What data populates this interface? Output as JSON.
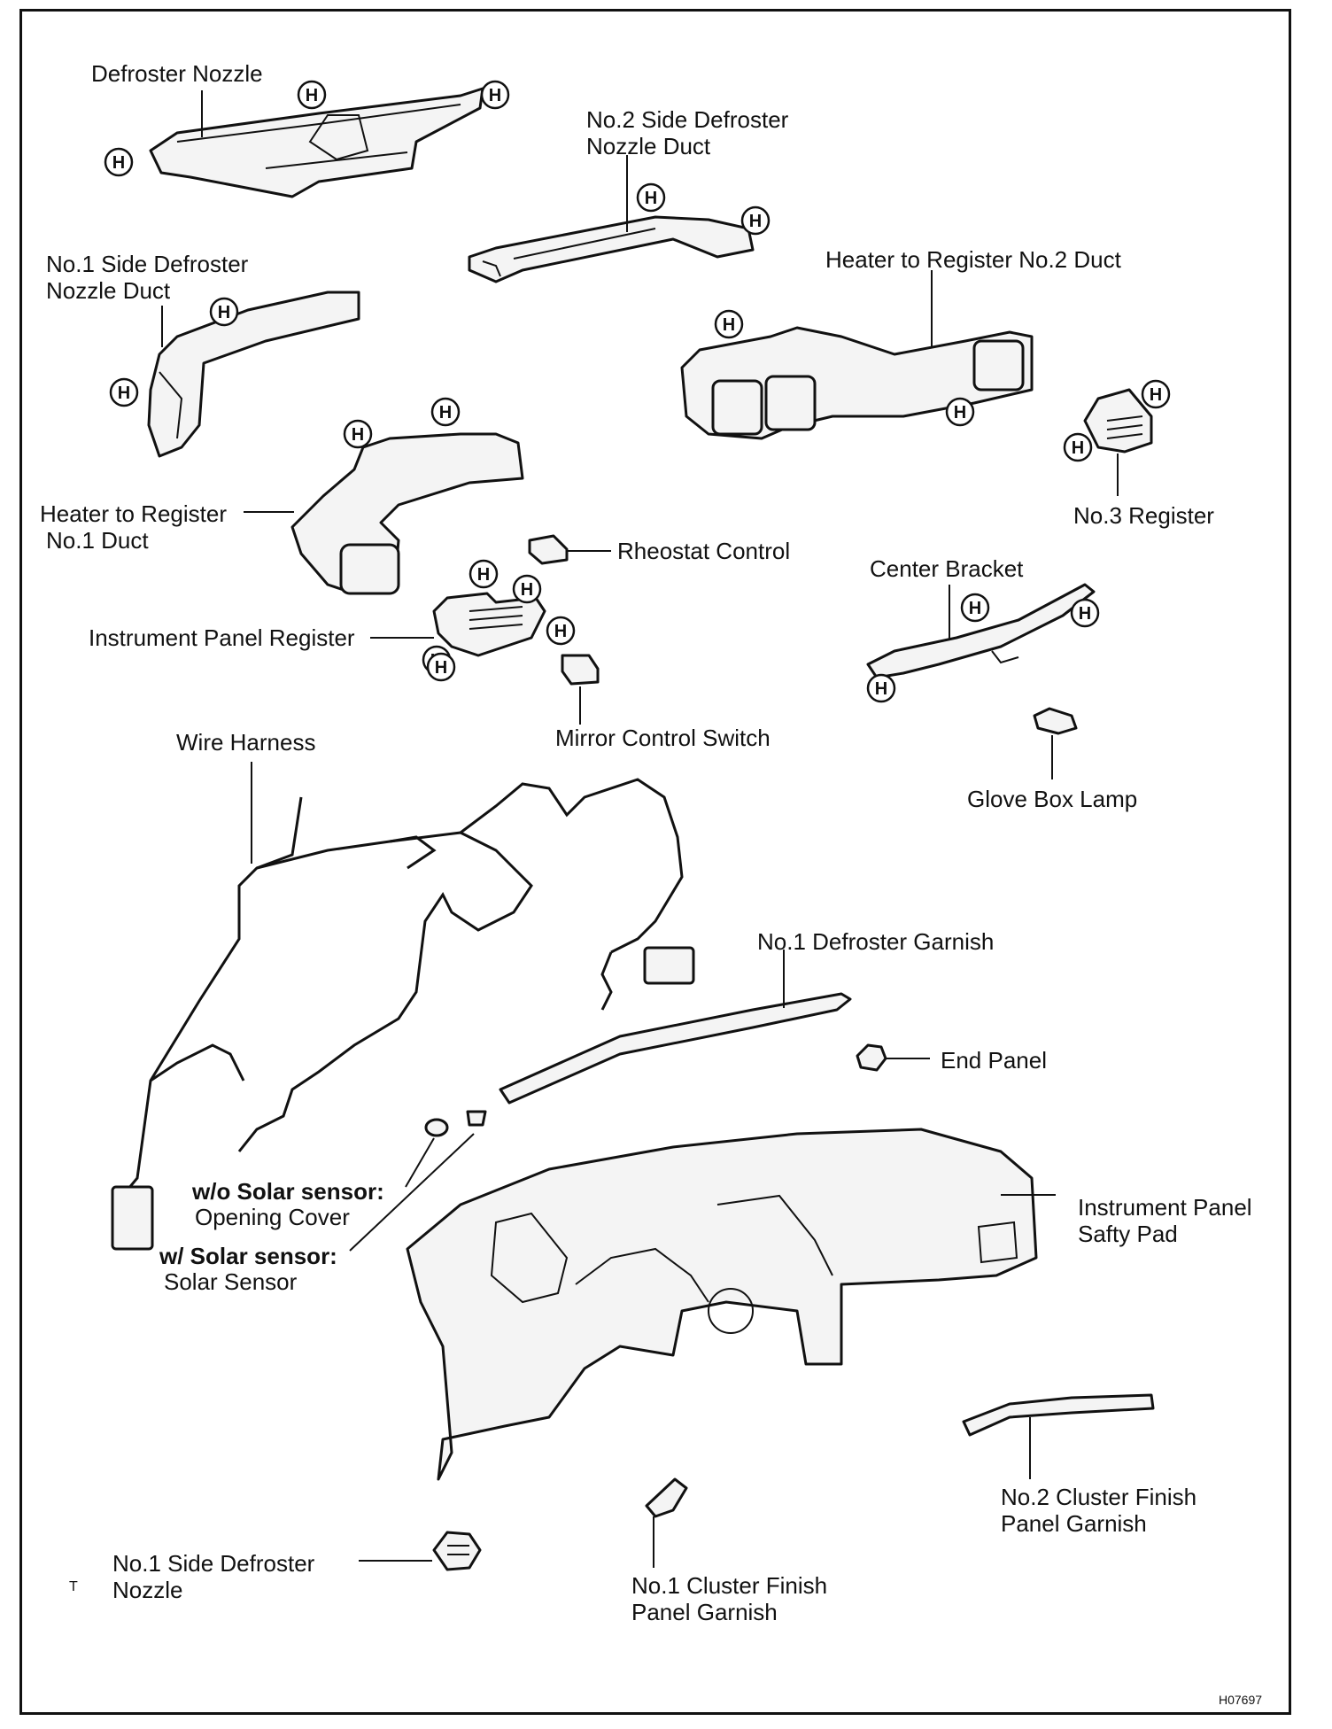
{
  "labels": {
    "defroster_nozzle": "Defroster Nozzle",
    "no2_side_defroster_duct": [
      "No.2 Side Defroster",
      "Nozzle Duct"
    ],
    "no1_side_defroster_duct": [
      "No.1 Side Defroster",
      "Nozzle Duct"
    ],
    "heater_register_no2": "Heater to Register No.2 Duct",
    "no3_register": "No.3 Register",
    "heater_register_no1": [
      "Heater to Register",
      "No.1 Duct"
    ],
    "rheostat_control": "Rheostat Control",
    "center_bracket": "Center Bracket",
    "instrument_panel_register": "Instrument Panel Register",
    "mirror_control_switch": "Mirror Control Switch",
    "glove_box_lamp": "Glove Box Lamp",
    "wire_harness": "Wire Harness",
    "no1_defroster_garnish": "No.1 Defroster Garnish",
    "end_panel": "End Panel",
    "wo_solar_sensor": "w/o Solar sensor:",
    "opening_cover": "Opening Cover",
    "w_solar_sensor": "w/ Solar sensor:",
    "solar_sensor": "Solar Sensor",
    "instrument_panel_safety_pad": [
      "Instrument Panel",
      "Safty Pad"
    ],
    "no2_cluster_finish": [
      "No.2 Cluster Finish",
      "Panel Garnish"
    ],
    "no1_side_defroster_nozzle": [
      "No.1  Side  Defroster",
      "Nozzle"
    ],
    "no1_cluster_finish": [
      "No.1 Cluster Finish",
      "Panel Garnish"
    ]
  },
  "marker_letter": "H",
  "corner_mark": "T",
  "figure_code": "H07697"
}
